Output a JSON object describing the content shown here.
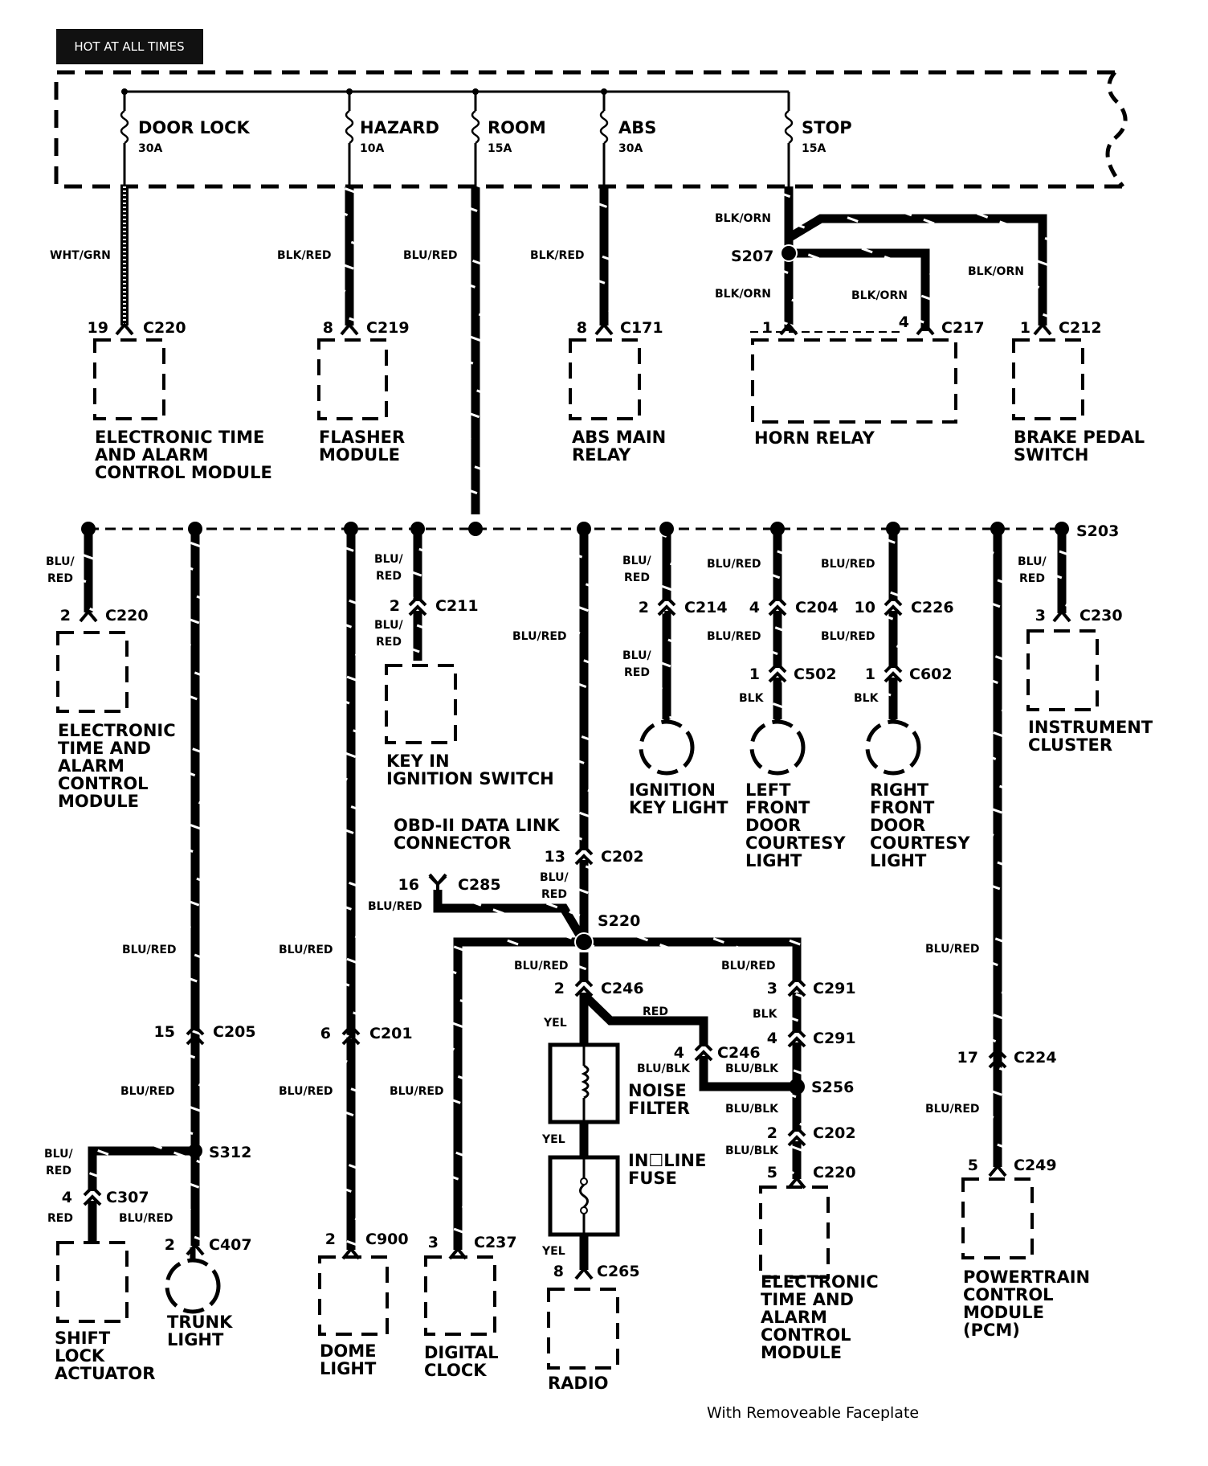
{
  "title": "HOT AT ALL TIMES",
  "note": "With Removeable Faceplate",
  "fuses": [
    {
      "name": "DOOR LOCK",
      "rating": "30A"
    },
    {
      "name": "HAZARD",
      "rating": "10A"
    },
    {
      "name": "ROOM",
      "rating": "15A"
    },
    {
      "name": "ABS",
      "rating": "30A"
    },
    {
      "name": "STOP",
      "rating": "15A"
    }
  ],
  "wire_colors": {
    "wht_grn": "WHT/GRN",
    "blk_red": "BLK/RED",
    "blu_red": "BLU/RED",
    "blu_red_split": [
      "BLU/",
      "RED"
    ],
    "blk_orn": "BLK/ORN",
    "blk": "BLK",
    "yel": "YEL",
    "red": "RED",
    "blu_blk": "BLU/BLK"
  },
  "splices": [
    "S207",
    "S203",
    "S220",
    "S256",
    "S312"
  ],
  "connectors": {
    "c220_top": {
      "pin": "19",
      "name": "C220"
    },
    "c219": {
      "pin": "8",
      "name": "C219"
    },
    "c171": {
      "pin": "8",
      "name": "C171"
    },
    "c217_a": {
      "pin": "1",
      "name": "C217"
    },
    "c217_b": {
      "pin": "4"
    },
    "c212": {
      "pin": "1",
      "name": "C212"
    },
    "c220_mid": {
      "pin": "2",
      "name": "C220"
    },
    "c211": {
      "pin": "2",
      "name": "C211"
    },
    "c214": {
      "pin": "2",
      "name": "C214"
    },
    "c204": {
      "pin": "4",
      "name": "C204"
    },
    "c226": {
      "pin": "10",
      "name": "C226"
    },
    "c230": {
      "pin": "3",
      "name": "C230"
    },
    "c502": {
      "pin": "1",
      "name": "C502"
    },
    "c602": {
      "pin": "1",
      "name": "C602"
    },
    "c202_a": {
      "pin": "13",
      "name": "C202"
    },
    "c285": {
      "pin": "16",
      "name": "C285"
    },
    "c246_a": {
      "pin": "2",
      "name": "C246"
    },
    "c246_b": {
      "pin": "4",
      "name": "C246"
    },
    "c291_a": {
      "pin": "3",
      "name": "C291"
    },
    "c291_b": {
      "pin": "4",
      "name": "C291"
    },
    "c202_b": {
      "pin": "2",
      "name": "C202"
    },
    "c220_bot": {
      "pin": "5",
      "name": "C220"
    },
    "c205": {
      "pin": "15",
      "name": "C205"
    },
    "c201": {
      "pin": "6",
      "name": "C201"
    },
    "c224": {
      "pin": "17",
      "name": "C224"
    },
    "c249": {
      "pin": "5",
      "name": "C249"
    },
    "c307": {
      "pin": "4",
      "name": "C307"
    },
    "c407": {
      "pin": "2",
      "name": "C407"
    },
    "c900": {
      "pin": "2",
      "name": "C900"
    },
    "c237": {
      "pin": "3",
      "name": "C237"
    },
    "c265": {
      "pin": "8",
      "name": "C265"
    }
  },
  "components": {
    "etacm_top": [
      "ELECTRONIC TIME",
      "AND ALARM",
      "CONTROL MODULE"
    ],
    "flasher": [
      "FLASHER",
      "MODULE"
    ],
    "abs_relay": [
      "ABS MAIN",
      "RELAY"
    ],
    "horn_relay": [
      "HORN RELAY"
    ],
    "brake_switch": [
      "BRAKE PEDAL",
      "SWITCH"
    ],
    "etacm_left": [
      "ELECTRONIC",
      "TIME AND",
      "ALARM",
      "CONTROL",
      "MODULE"
    ],
    "key_switch": [
      "KEY IN",
      "IGNITION SWITCH"
    ],
    "ign_light": [
      "IGNITION",
      "KEY LIGHT"
    ],
    "lf_courtesy": [
      "LEFT",
      "FRONT",
      "DOOR",
      "COURTESY",
      "LIGHT"
    ],
    "rf_courtesy": [
      "RIGHT",
      "FRONT",
      "DOOR",
      "COURTESY",
      "LIGHT"
    ],
    "cluster": [
      "INSTRUMENT",
      "CLUSTER"
    ],
    "obd": [
      "OBD-II DATA LINK",
      "CONNECTOR"
    ],
    "noise_filter": [
      "NOISE",
      "FILTER"
    ],
    "inline_fuse": [
      "IN☐LINE",
      "FUSE"
    ],
    "shift_lock": [
      "SHIFT",
      "LOCK",
      "ACTUATOR"
    ],
    "trunk_light": [
      "TRUNK",
      "LIGHT"
    ],
    "dome_light": [
      "DOME",
      "LIGHT"
    ],
    "digital_clock": [
      "DIGITAL",
      "CLOCK"
    ],
    "radio": [
      "RADIO"
    ],
    "etacm_bot": [
      "ELECTRONIC",
      "TIME AND",
      "ALARM",
      "CONTROL",
      "MODULE"
    ],
    "pcm": [
      "POWERTRAIN",
      "CONTROL",
      "MODULE",
      "(PCM)"
    ]
  }
}
